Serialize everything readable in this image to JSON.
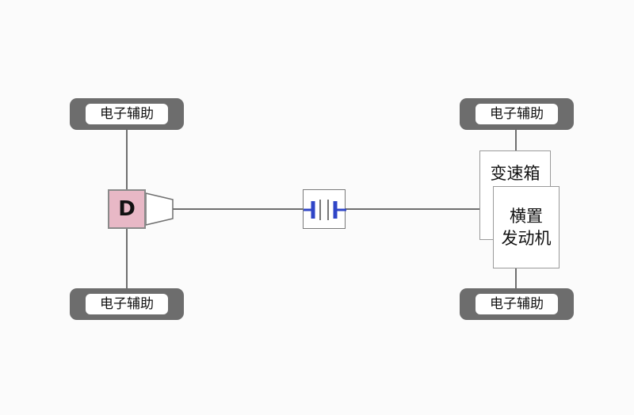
{
  "wheels": {
    "front_left_label": "电子辅助",
    "front_right_label": "电子辅助",
    "rear_left_label": "电子辅助",
    "rear_right_label": "电子辅助"
  },
  "differential": {
    "label": "D",
    "color": "#e8b8c6"
  },
  "gearbox": {
    "label": "变速箱"
  },
  "engine": {
    "line1": "横置",
    "line2": "发动机"
  },
  "colors": {
    "wheel": "#6d6d6d",
    "shaft": "#6f6f6f",
    "coupling_plates": "#2f45c7"
  }
}
